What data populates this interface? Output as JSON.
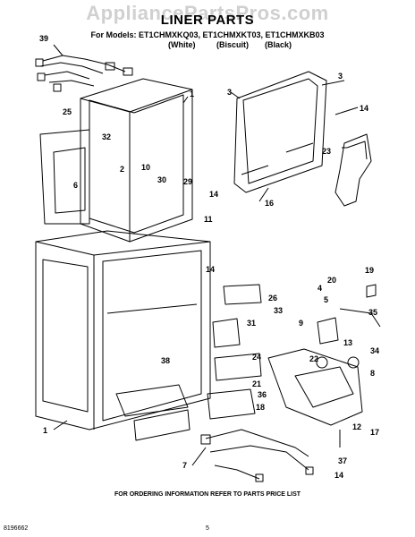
{
  "header": {
    "watermark": "AppliancePartsPros.com",
    "title": "LINER PARTS",
    "models": "For Models: ET1CHMXKQ03, ET1CHMXKT03, ET1CHMXKB03",
    "color_white": "(White)",
    "color_biscuit": "(Biscuit)",
    "color_black": "(Black)"
  },
  "callouts": [
    "39",
    "25",
    "1",
    "32",
    "2",
    "6",
    "10",
    "30",
    "29",
    "14",
    "11",
    "14",
    "3",
    "3",
    "14",
    "23",
    "16",
    "20",
    "4",
    "19",
    "26",
    "33",
    "5",
    "31",
    "9",
    "35",
    "13",
    "34",
    "22",
    "38",
    "24",
    "8",
    "21",
    "36",
    "18",
    "17",
    "12",
    "1",
    "7",
    "37",
    "14"
  ],
  "footer": {
    "ordering": "FOR ORDERING INFORMATION REFER TO PARTS PRICE LIST",
    "doc_number": "8196662",
    "page_number": "5"
  }
}
